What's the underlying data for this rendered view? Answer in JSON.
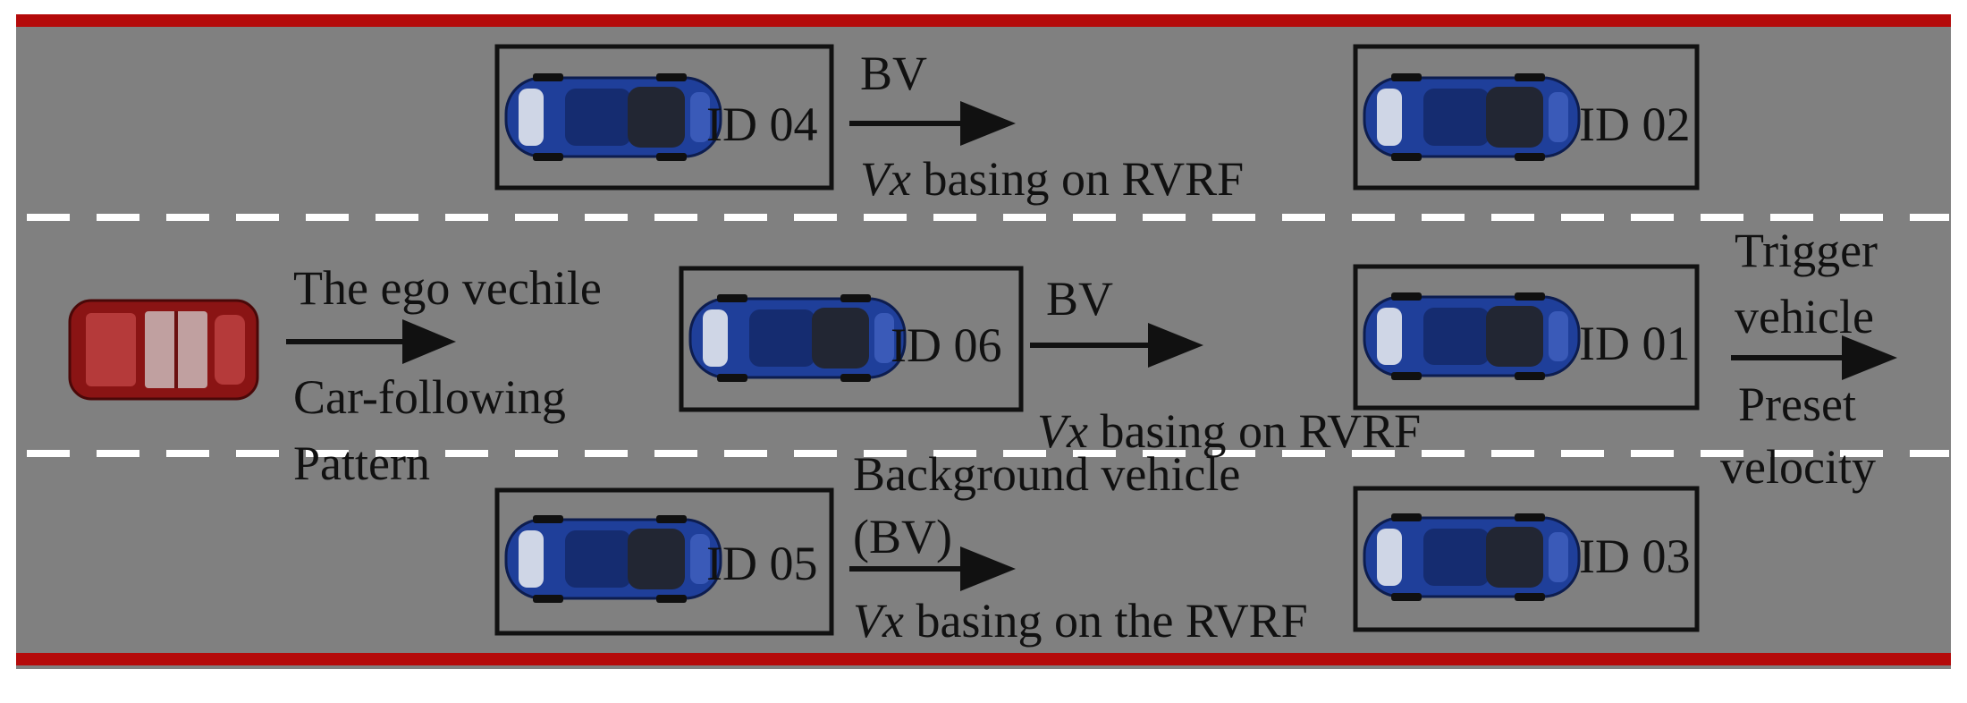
{
  "colors": {
    "road": "#808080",
    "edge_line": "#b40a0a",
    "lane_dash": "#ffffff",
    "box_stroke": "#111111",
    "arrow": "#111111",
    "bv_car_body": "#1f3f9a",
    "ego_car_body": "#8a1414"
  },
  "vehicles": {
    "id04": "ID 04",
    "id02": "ID 02",
    "id06": "ID 06",
    "id01": "ID 01",
    "id05": "ID 05",
    "id03": "ID 03"
  },
  "labels": {
    "bv_top": "BV",
    "vx_top_sym": "Vx",
    "vx_top_rest": " basing on RVRF",
    "ego_title": "The ego vechile",
    "ego_pattern_1": "Car-following",
    "ego_pattern_2": "Pattern",
    "bv_mid": "BV",
    "vx_mid_sym": "Vx",
    "vx_mid_rest": " basing on RVRF",
    "trigger_1": "Trigger",
    "trigger_2": "vehicle",
    "preset_1": "Preset",
    "preset_2": "velocity",
    "bg_vehicle_1": "Background vehicle",
    "bg_vehicle_2": "(BV)",
    "vx_bot_sym": "Vx",
    "vx_bot_rest": " basing on the RVRF"
  }
}
